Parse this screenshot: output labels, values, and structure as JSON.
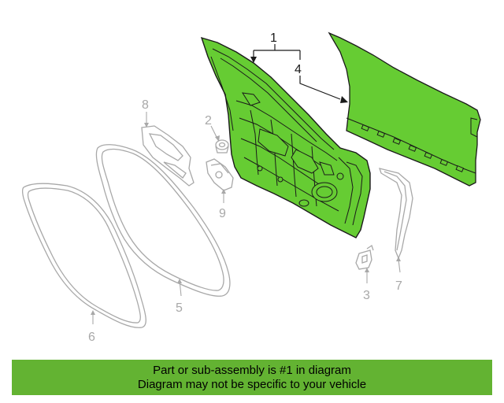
{
  "callouts": {
    "c1": "1",
    "c2": "2",
    "c3": "3",
    "c4": "4",
    "c5": "5",
    "c6": "6",
    "c7": "7",
    "c8": "8",
    "c9": "9"
  },
  "banner": {
    "line1": "Part or sub-assembly is #1 in diagram",
    "line2": "Diagram may not be specific to your vehicle"
  },
  "colors": {
    "highlight": "#66cc33",
    "banner": "#63b332",
    "line_gray": "#a8a8a8",
    "line_dark": "#1a1a1a"
  }
}
